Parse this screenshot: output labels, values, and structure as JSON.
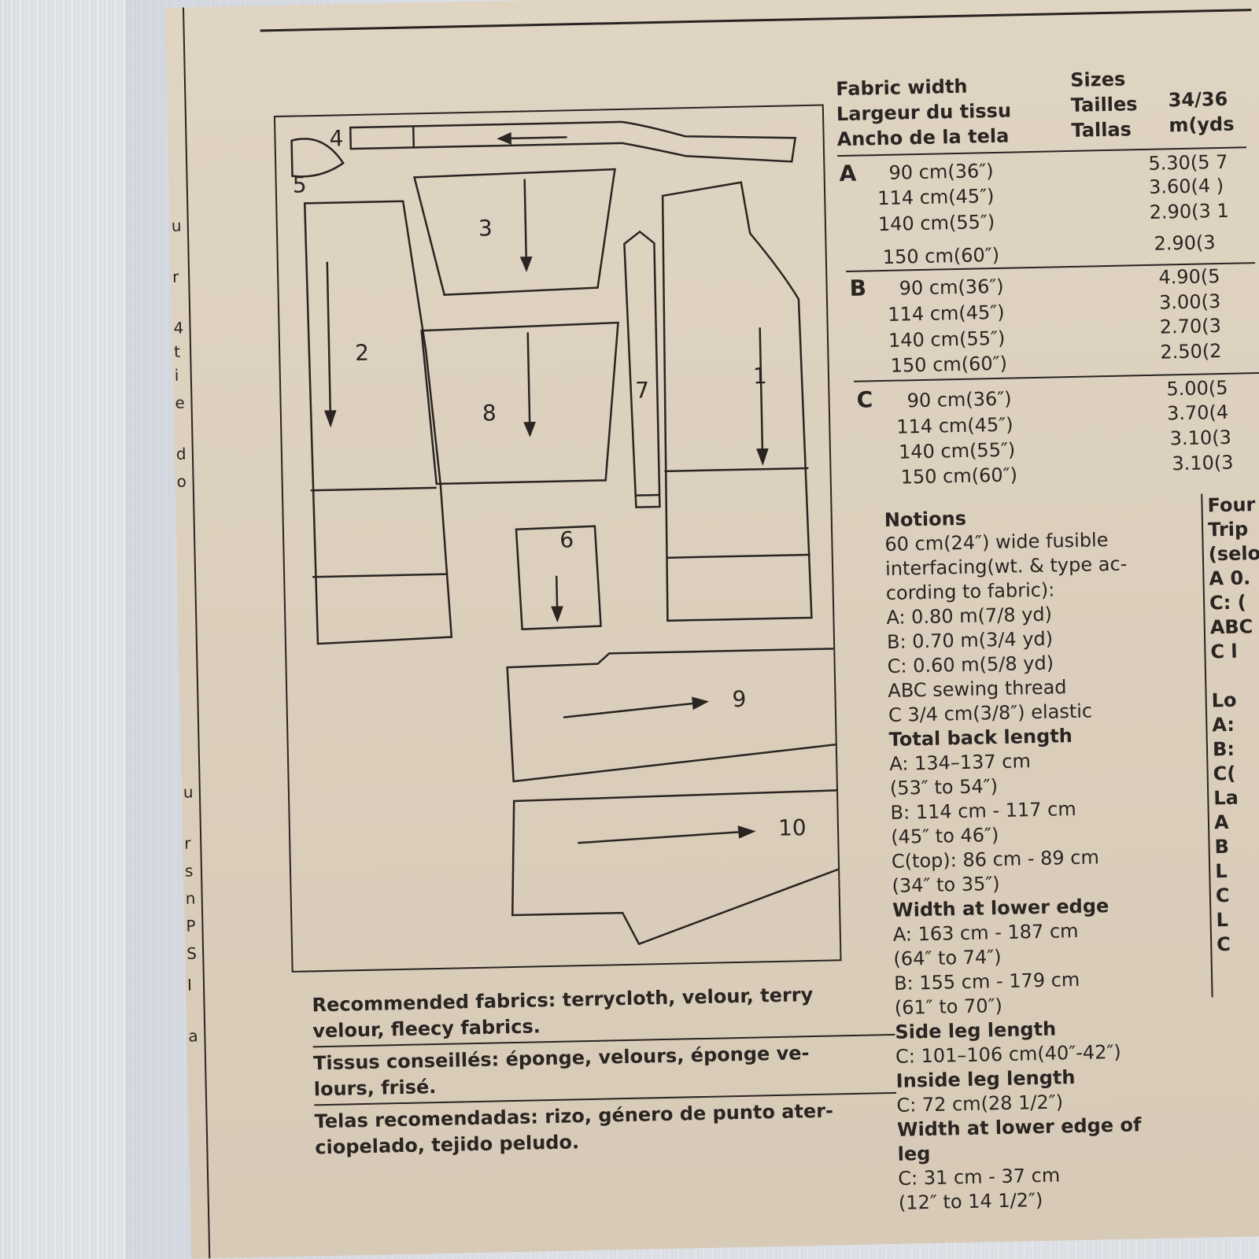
{
  "fabric_table": {
    "header": {
      "fabric_width": [
        "Fabric width",
        "Largeur du tissu",
        "Ancho de la tela"
      ],
      "sizes": [
        "Sizes",
        "Tailles",
        "Tallas"
      ],
      "size_col": [
        "34/36",
        "m(yds"
      ]
    },
    "groups": [
      {
        "letter": "A",
        "rows": [
          {
            "width": "90 cm(36″)",
            "amount": "5.30(5 7"
          },
          {
            "width": "114 cm(45″)",
            "amount": "3.60(4 )"
          },
          {
            "width": "140 cm(55″)",
            "amount": "2.90(3 1"
          },
          {
            "width": "150 cm(60″)",
            "amount": "2.90(3"
          }
        ]
      },
      {
        "letter": "B",
        "rows": [
          {
            "width": "90 cm(36″)",
            "amount": "4.90(5"
          },
          {
            "width": "114 cm(45″)",
            "amount": "3.00(3"
          },
          {
            "width": "140 cm(55″)",
            "amount": "2.70(3"
          },
          {
            "width": "150 cm(60″)",
            "amount": "2.50(2"
          }
        ]
      },
      {
        "letter": "C",
        "rows": [
          {
            "width": "90 cm(36″)",
            "amount": "5.00(5"
          },
          {
            "width": "114 cm(45″)",
            "amount": "3.70(4"
          },
          {
            "width": "140 cm(55″)",
            "amount": "3.10(3"
          },
          {
            "width": "150 cm(60″)",
            "amount": "3.10(3"
          }
        ]
      }
    ]
  },
  "pieces": [
    "1",
    "2",
    "3",
    "4",
    "5",
    "6",
    "7",
    "8",
    "9",
    "10"
  ],
  "notions": [
    {
      "t": "Notions",
      "bold": true
    },
    {
      "t": "60 cm(24″) wide fusible"
    },
    {
      "t": "interfacing(wt. & type ac-"
    },
    {
      "t": "cording to fabric):"
    },
    {
      "t": "A: 0.80 m(7/8 yd)"
    },
    {
      "t": "B:  0.70 m(3/4 yd)"
    },
    {
      "t": "C:  0.60 m(5/8 yd)"
    },
    {
      "t": " ABC sewing thread"
    },
    {
      "t": " C  3/4 cm(3/8″) elastic"
    },
    {
      "t": " Total back length",
      "bold": true
    },
    {
      "t": "  A: 134–137 cm"
    },
    {
      "t": "    (53″ to 54″)"
    },
    {
      "t": "  B: 114 cm - 117 cm"
    },
    {
      "t": "    (45″ to 46″)"
    },
    {
      "t": "  C(top): 86 cm - 89 cm"
    },
    {
      "t": "    (34″ to 35″)"
    },
    {
      "t": "  Width at lower edge",
      "bold": true
    },
    {
      "t": "   A: 163 cm - 187 cm"
    },
    {
      "t": "     (64″ to 74″)"
    },
    {
      "t": "   B: 155 cm - 179 cm"
    },
    {
      "t": "     (61″ to 70″)"
    },
    {
      "t": "   Side leg length",
      "bold": true
    },
    {
      "t": "   C: 101–106 cm(40″-42″)"
    },
    {
      "t": "    Inside leg length",
      "bold": true
    },
    {
      "t": "    C: 72 cm(28 1/2″)"
    },
    {
      "t": "    Width at lower edge of",
      "bold": true
    },
    {
      "t": "    leg",
      "bold": true
    },
    {
      "t": "    C: 31 cm - 37 cm"
    },
    {
      "t": "     (12″ to 14 1/2″)"
    }
  ],
  "right_col": [
    "Four",
    "Trip",
    "(selo",
    "A 0.",
    "C: (",
    "ABC",
    "C l",
    "",
    "Lo",
    "A:",
    "B:",
    "C(",
    "La",
    "A",
    "B",
    "L",
    "C",
    "L",
    "C"
  ],
  "fabrics": {
    "english": "Recommended fabrics: terrycloth, velour, terry velour, fleecy fabrics.",
    "french": "Tissus conseillés: éponge, velours, éponge ve-lours, frisé.",
    "spanish": "Telas recomendadas: rizo, género de punto ater-ciopelado, tejido peludo."
  },
  "left_strip": [
    "u",
    "r",
    "4",
    "t",
    "i",
    "e",
    "d",
    "o",
    "u",
    "r",
    "s",
    "n",
    "P",
    "S",
    "I",
    "a"
  ]
}
